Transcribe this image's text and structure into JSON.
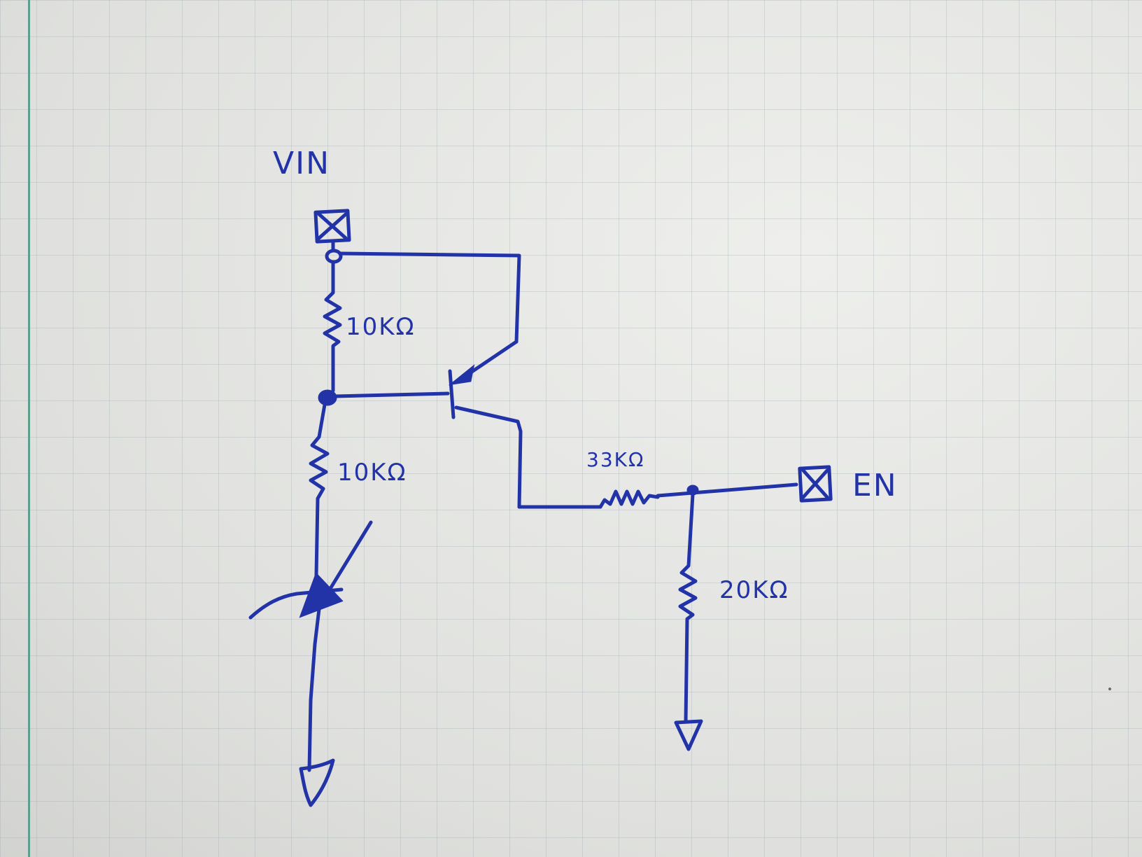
{
  "labels": {
    "vin": "VIN",
    "en": "EN",
    "r_top": "10KΩ",
    "r_mid": "10KΩ",
    "r_series": "33KΩ",
    "r_bottom": "20KΩ"
  },
  "colors": {
    "ink": "#2233a8",
    "paper": "#e6e7e4",
    "grid": "#96a0aa",
    "margin_line": "#5e9e8c"
  },
  "icons": {
    "terminal": "terminal-box-icon",
    "ground": "ground-arrow-icon",
    "junction": "junction-dot-icon"
  }
}
